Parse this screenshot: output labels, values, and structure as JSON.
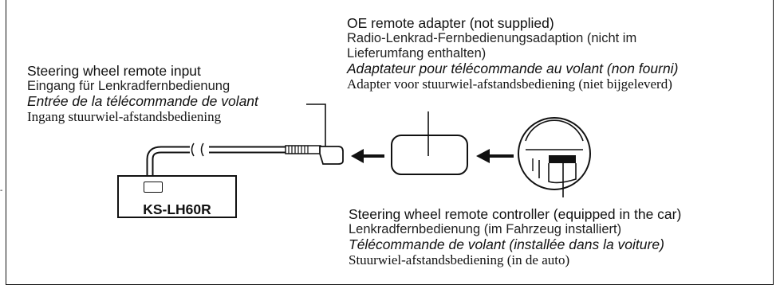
{
  "model": {
    "name": "KS-LH60R"
  },
  "input_label": {
    "en": "Steering wheel remote input",
    "de": "Eingang für Lenkradfernbedienung",
    "fr": "Entrée de la télécommande de volant",
    "nl": "Ingang stuurwiel-afstandsbediening"
  },
  "adapter_label": {
    "en": "OE remote adapter (not supplied)",
    "de_line1": "Radio-Lenkrad-Fernbedienungsadaption (nicht im",
    "de_line2": "Lieferumfang enthalten)",
    "fr": "Adaptateur pour télécommande au volant (non fourni)",
    "nl": "Adapter voor stuurwiel-afstandsbediening (niet bijgeleverd)"
  },
  "controller_label": {
    "en": "Steering wheel remote controller (equipped in the car)",
    "de": "Lenkradfernbedienung (im Fahrzeug installiert)",
    "fr": "Télécommande de volant (installée dans la voiture)",
    "nl": "Stuurwiel-afstandsbediening (in de auto)"
  },
  "edge_mark": "-"
}
